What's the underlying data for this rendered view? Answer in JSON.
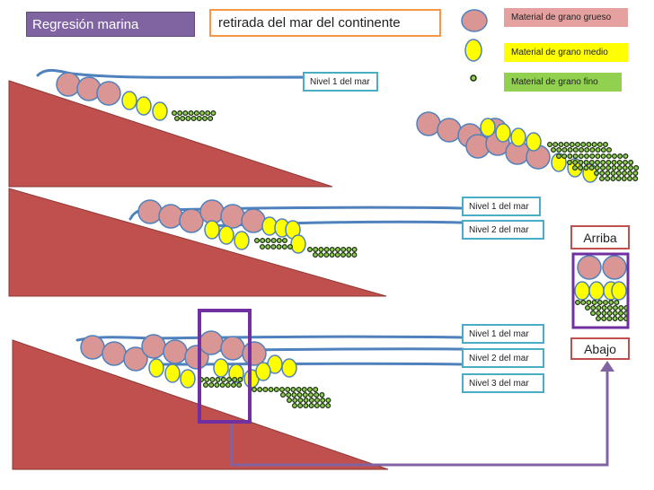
{
  "header": {
    "title": "Regresión  marina",
    "subtitle": "retirada del mar del continente"
  },
  "legend": {
    "coarse": "Material de grano grueso",
    "medium": "Material de grano medio",
    "fine": "Material de grano fino"
  },
  "stage1": {
    "level1": "Nivel 1 del mar"
  },
  "stage2": {
    "level1": "Nivel 1 del mar",
    "level2": "Nivel 2 del mar"
  },
  "stage3": {
    "level1": "Nivel 1 del mar",
    "level2": "Nivel 2 del mar",
    "level3": "Nivel 3 del mar"
  },
  "core": {
    "top_label": "Arriba",
    "bottom_label": "Abajo"
  },
  "colors": {
    "land": "#c0504d",
    "coarse_grain": "#d99694",
    "medium_grain": "#ffff00",
    "fine_grain": "#92d050",
    "sea_line": "#4f81bd",
    "frame": "#7030a0",
    "arrow": "#8064a2"
  }
}
